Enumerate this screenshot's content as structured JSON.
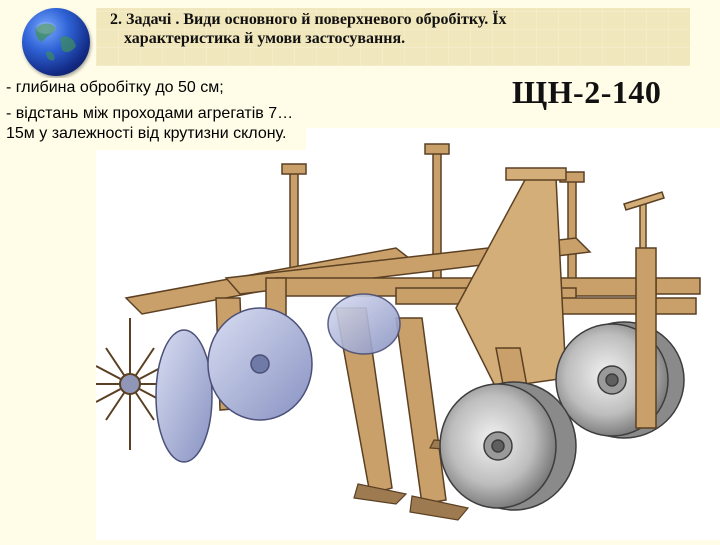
{
  "slide": {
    "title_line1": "2. Задачі . Види основного й поверхневого обробітку. Їх",
    "title_line2": "характеристика й умови застосування.",
    "model": "ЩН-2-140",
    "bullets": [
      "- глибина обробітку до 50 см;",
      "- відстань між проходами агрегатів 7…15м у залежності від крутизни склону."
    ],
    "colors": {
      "background": "#fffce8",
      "title_band": "#f1e7bd",
      "frame": "#c9a06a",
      "disc": "#9aa6d0",
      "wheel": "#b8b8b8"
    },
    "icons": [
      "globe-icon"
    ]
  }
}
